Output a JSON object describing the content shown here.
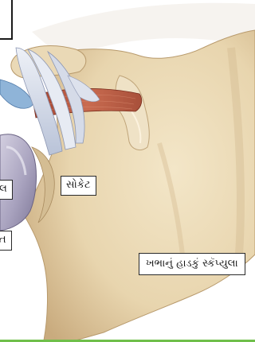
{
  "labels": {
    "socket": "સોકેટ",
    "ball_partial": "લ",
    "bottom_partial": "ત",
    "scapula": "ખભાનું હાડકું સ્કૅપ્યુલા"
  },
  "colors": {
    "bone": "#e8d7b4",
    "bone_shadow": "#c9ad82",
    "ball": "#b8b3c9",
    "ligament": "#dfe4ef",
    "muscle": "#b8553d",
    "accent_green": "#6fbf4a",
    "background": "#ffffff"
  }
}
